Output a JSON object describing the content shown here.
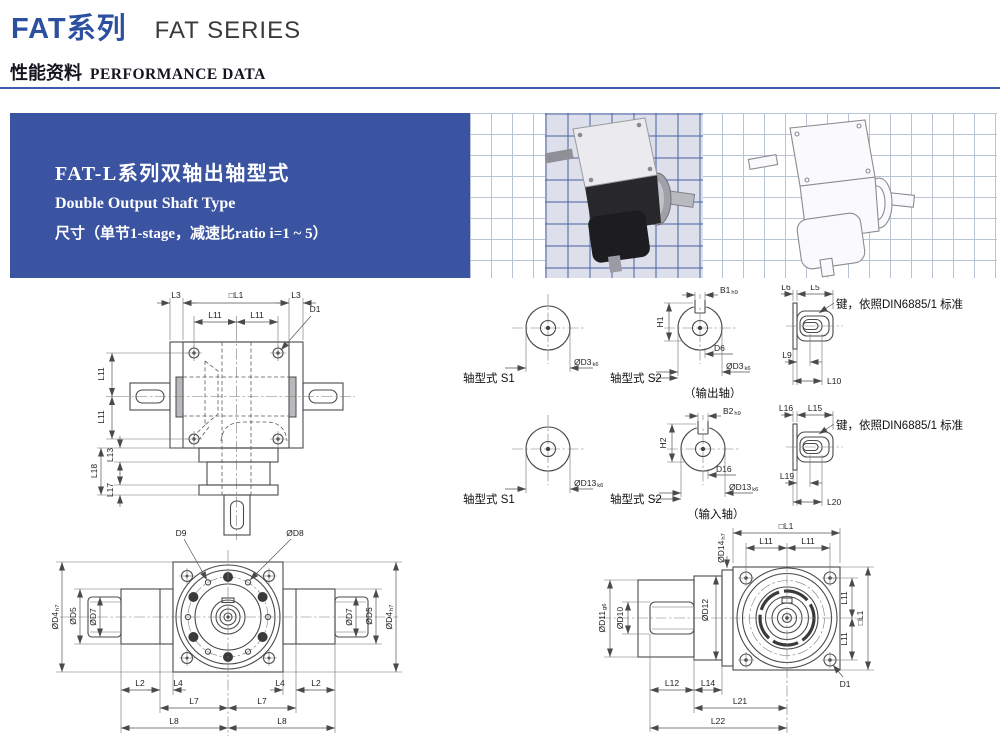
{
  "header": {
    "title_zh": "FAT系列",
    "title_en": "FAT SERIES",
    "section_zh": "性能资料",
    "section_en": "PERFORMANCE DATA"
  },
  "banner": {
    "heading_zh": "FAT-L系列双轴出轴型式",
    "heading_en": "Double Output Shaft Type",
    "size_note": "尺寸（单节1-stage，减速比ratio i=1 ~ 5）"
  },
  "colors": {
    "accent-blue": "#2c4fa0",
    "banner-blue": "#3a54a2",
    "divider-blue": "#3e5cab",
    "line-dark": "#4a4a4a"
  },
  "top_view": {
    "l3": "L3",
    "l1": "□L1",
    "l11": "L11",
    "d1": "D1",
    "l18": "L18",
    "l13": "L13",
    "l17": "L17"
  },
  "front_view": {
    "d9": "D9",
    "d8": "ØD8",
    "d4": "ØD4",
    "d4_tol": "h7",
    "d5": "ØD5",
    "d7": "ØD7",
    "l2": "L2",
    "l4": "L4",
    "l7": "L7",
    "l8": "L8"
  },
  "s1_output": {
    "label": "轴型式 S1",
    "dia": "ØD3",
    "tol": "k6"
  },
  "s2_output": {
    "label": "轴型式 S2",
    "sub": "（输出轴）",
    "b": "B1",
    "b_tol": "h9",
    "h": "H1",
    "d": "D6",
    "dia": "ØD3",
    "tol": "k6"
  },
  "s1_input": {
    "label": "轴型式 S1",
    "dia": "ØD13",
    "tol": "k6"
  },
  "s2_input": {
    "label": "轴型式 S2",
    "sub": "（输入轴）",
    "b": "B2",
    "b_tol": "h9",
    "h": "H2",
    "d": "D16",
    "dia": "ØD13",
    "tol": "k6"
  },
  "key_output": {
    "l6": "L6",
    "l5": "L5",
    "note": "键，依照DIN6885/1 标准",
    "l9": "L9",
    "l10": "L10"
  },
  "key_input": {
    "l16": "L16",
    "l15": "L15",
    "note": "键，依照DIN6885/1 标准",
    "l19": "L19",
    "l20": "L20"
  },
  "flange_view": {
    "l1": "□L1",
    "l11": "L11",
    "d1": "D1",
    "d14": "ØD14",
    "d14_tol": "h7",
    "d12": "ØD12",
    "d10": "ØD10",
    "d11": "ØD11",
    "d11_tol": "g6",
    "l12": "L12",
    "l14": "L14",
    "l21": "L21",
    "l22": "L22"
  }
}
